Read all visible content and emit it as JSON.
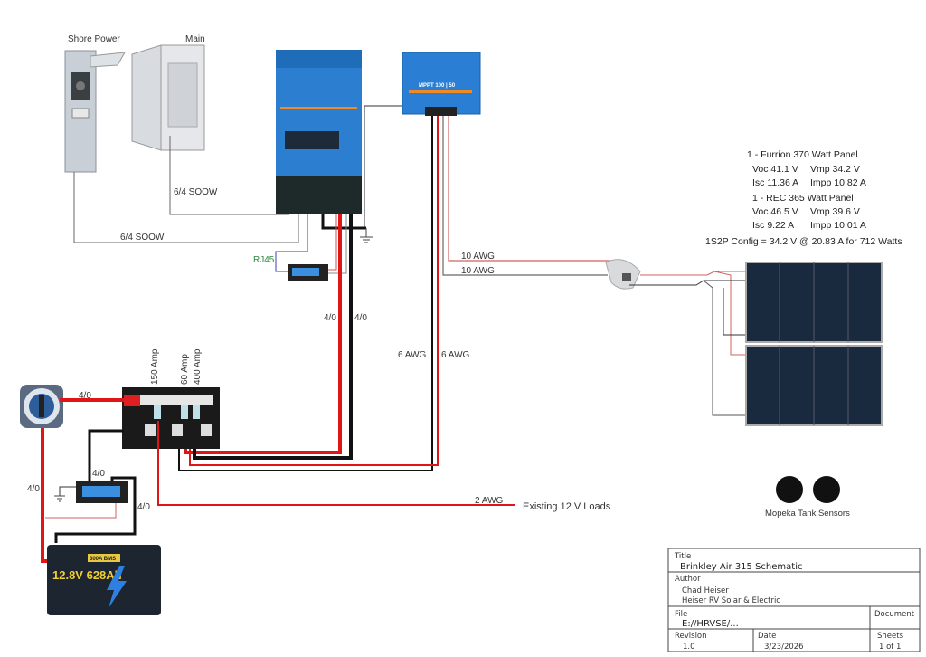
{
  "components": {
    "shore_power": "Shore Power",
    "main": "Main",
    "rj45": "RJ45",
    "tank_sensors": "Mopeka Tank Sensors",
    "loads": "Existing 12 V Loads",
    "mppt_label": "MPPT 100 | 50",
    "battery_label": "12.8V 628Ah",
    "battery_bms": "300A BMS"
  },
  "wire_labels": {
    "soow_main": "6/4 SOOW",
    "soow_shore": "6/4 SOOW",
    "inv_pos": "4/0",
    "inv_neg": "4/0",
    "switch": "4/0",
    "battery_pos": "4/0",
    "shunt_top": "4/0",
    "shunt_bat": "4/0",
    "pv_pos": "10 AWG",
    "pv_neg": "10 AWG",
    "mppt_pos": "6 AWG",
    "mppt_neg": "6 AWG",
    "loads": "2 AWG",
    "fuse_150": "150 Amp",
    "fuse_60": "60 Amp",
    "fuse_400": "400 Amp"
  },
  "panel_specs": {
    "panel1_title": "1 - Furrion 370 Watt Panel",
    "panel1_voc": "Voc 41.1 V",
    "panel1_vmp": "Vmp 34.2 V",
    "panel1_isc": "Isc 11.36 A",
    "panel1_impp": "Impp 10.82 A",
    "panel2_title": "1 - REC 365 Watt Panel",
    "panel2_voc": "Voc 46.5 V",
    "panel2_vmp": "Vmp 39.6 V",
    "panel2_isc": "Isc 9.22 A",
    "panel2_impp": "Impp 10.01 A",
    "config": "1S2P Config = 34.2 V @ 20.83 A for 712 Watts"
  },
  "title_block": {
    "title_label": "Title",
    "title": "Brinkley Air 315 Schematic",
    "author_label": "Author",
    "author": "Chad Heiser",
    "company": "Heiser RV Solar & Electric",
    "file_label": "File",
    "file": "E://HRVSE/...",
    "document_label": "Document",
    "revision_label": "Revision",
    "revision": "1.0",
    "date_label": "Date",
    "date": "3/23/2026",
    "sheets_label": "Sheets",
    "sheets": "1 of 1"
  },
  "colors": {
    "positive": "#e01515",
    "negative": "#111111",
    "device_blue": "#2c7fd0"
  }
}
